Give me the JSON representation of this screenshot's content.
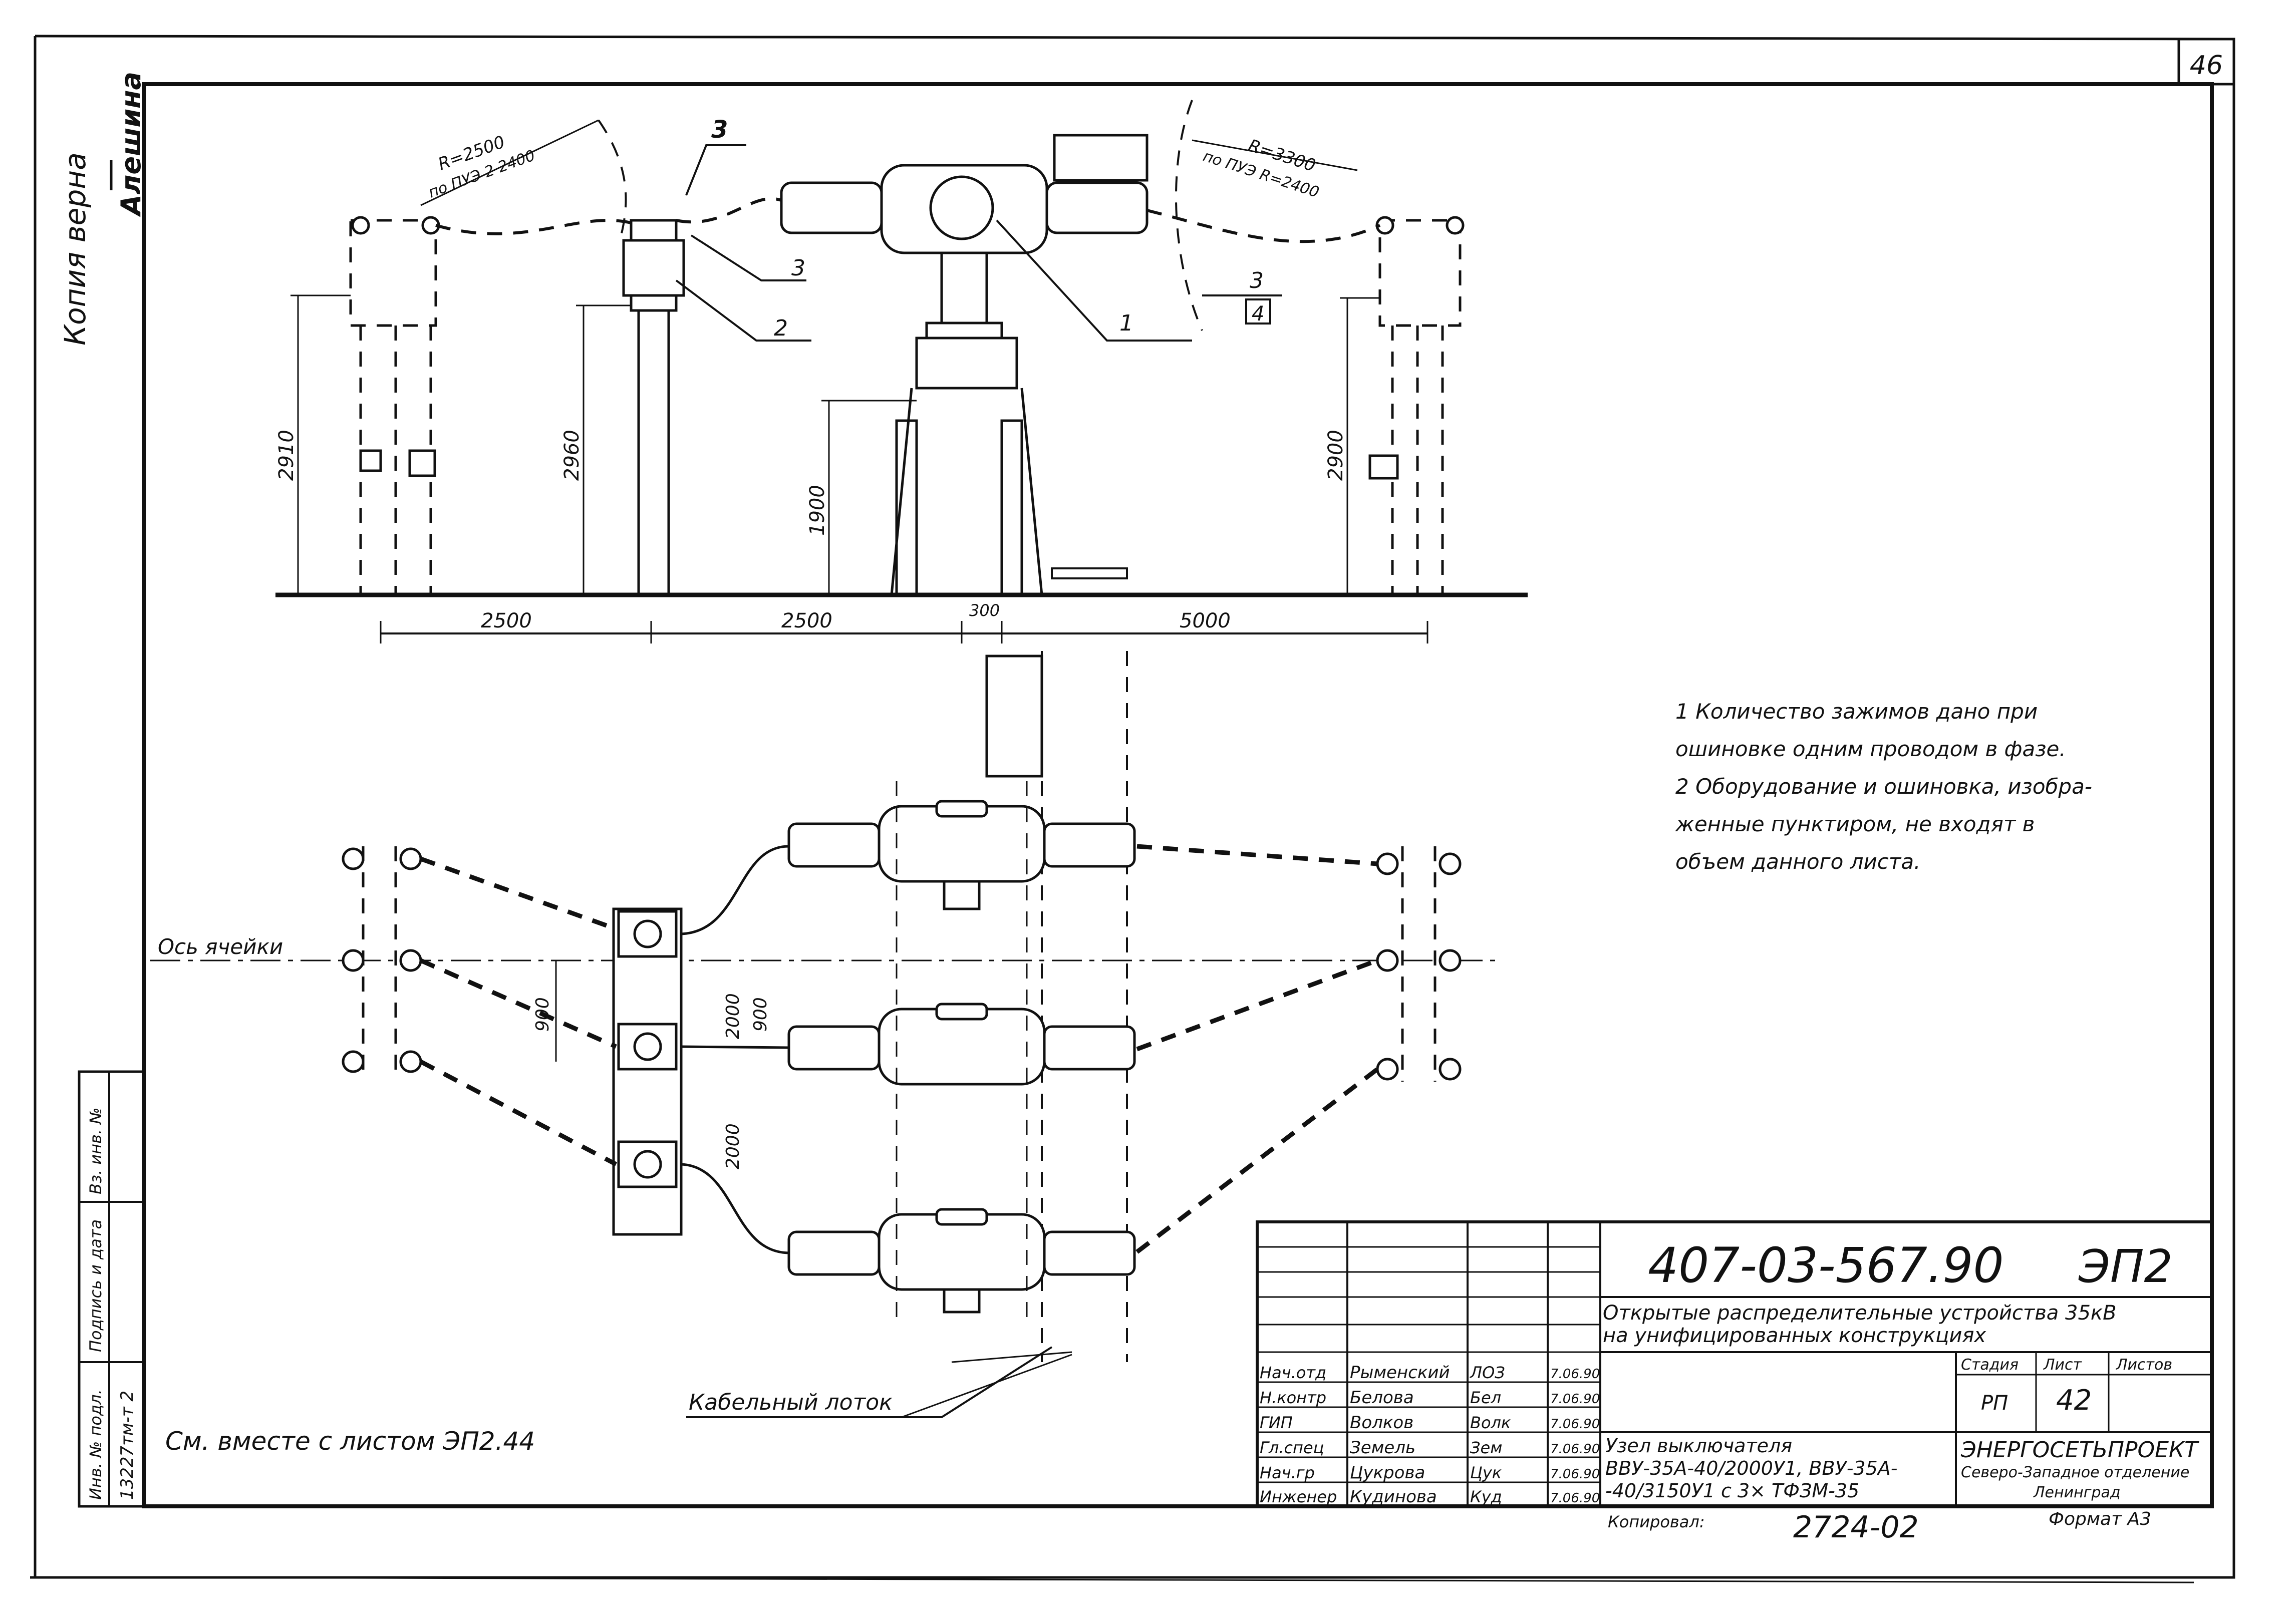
{
  "sheet": {
    "number": "46",
    "side_stamp": "Копия верна",
    "side_signature": "Алешина"
  },
  "elevation": {
    "callouts": [
      "3",
      "3",
      "2",
      "1",
      "3",
      "4"
    ],
    "radius_left": [
      "R=2500",
      "по ПУЭ 2 2400"
    ],
    "radius_right": [
      "R=3300",
      "по ПУЭ R=2400"
    ],
    "heights": [
      "2910",
      "2960",
      "1900",
      "2900"
    ],
    "spans": [
      "2500",
      "2500",
      "300",
      "5000"
    ]
  },
  "plan": {
    "axis_label": "Ось ячейки",
    "dims": [
      "900",
      "2000",
      "900",
      "2000"
    ],
    "cable_tray_label": "Кабельный лоток",
    "see_also": "См. вместе с листом ЭП2.44"
  },
  "notes": [
    "1 Количество зажимов дано при",
    "ошиновке одним проводом в фазе.",
    "2 Оборудование и ошиновка, изобра-",
    "женные пунктиром, не входят в",
    "объем  данного листа."
  ],
  "left_strip": {
    "labels": [
      "Инв. № подл.",
      "Подпись и дата",
      "Вз. инв. №"
    ],
    "values": [
      "13227тм-т 2",
      "",
      ""
    ]
  },
  "title_block": {
    "doc_code": "407-03-567.90",
    "sheet_code": "ЭП2",
    "project_title": [
      "Открытые распределительные устройства 35кВ",
      "на унифицированных конструкциях"
    ],
    "stage_header": "Стадия",
    "sheet_header": "Лист",
    "sheets_header": "Листов",
    "stage": "РП",
    "sheet": "42",
    "sheets": "",
    "drawing_title": [
      "Узел выключателя",
      "ВВУ-35А-40/2000У1, ВВУ-35А-",
      "-40/3150У1 с 3× ТФЗМ-35"
    ],
    "org": [
      "ЭНЕРГОСЕТЬПРОЕКТ",
      "Северо-Западное отделение",
      "Ленинград"
    ],
    "signatures": [
      {
        "role": "Нач.отд",
        "name": "Рыменский",
        "sign": "ЛОЗ",
        "date": "7.06.90"
      },
      {
        "role": "Н.контр",
        "name": "Белова",
        "sign": "Бел",
        "date": "7.06.90"
      },
      {
        "role": "ГИП",
        "name": "Волков",
        "sign": "Волк",
        "date": "7.06.90"
      },
      {
        "role": "Гл.спец",
        "name": "Земель",
        "sign": "Зем",
        "date": "7.06.90"
      },
      {
        "role": "Нач.гр",
        "name": "Цукрова",
        "sign": "Цук",
        "date": "7.06.90"
      },
      {
        "role": "Инженер",
        "name": "Кудинова",
        "sign": "Куд",
        "date": "7.06.90"
      }
    ],
    "copied": "Копировал: ",
    "copy_number": "2724-02",
    "format": "Формат А3"
  }
}
